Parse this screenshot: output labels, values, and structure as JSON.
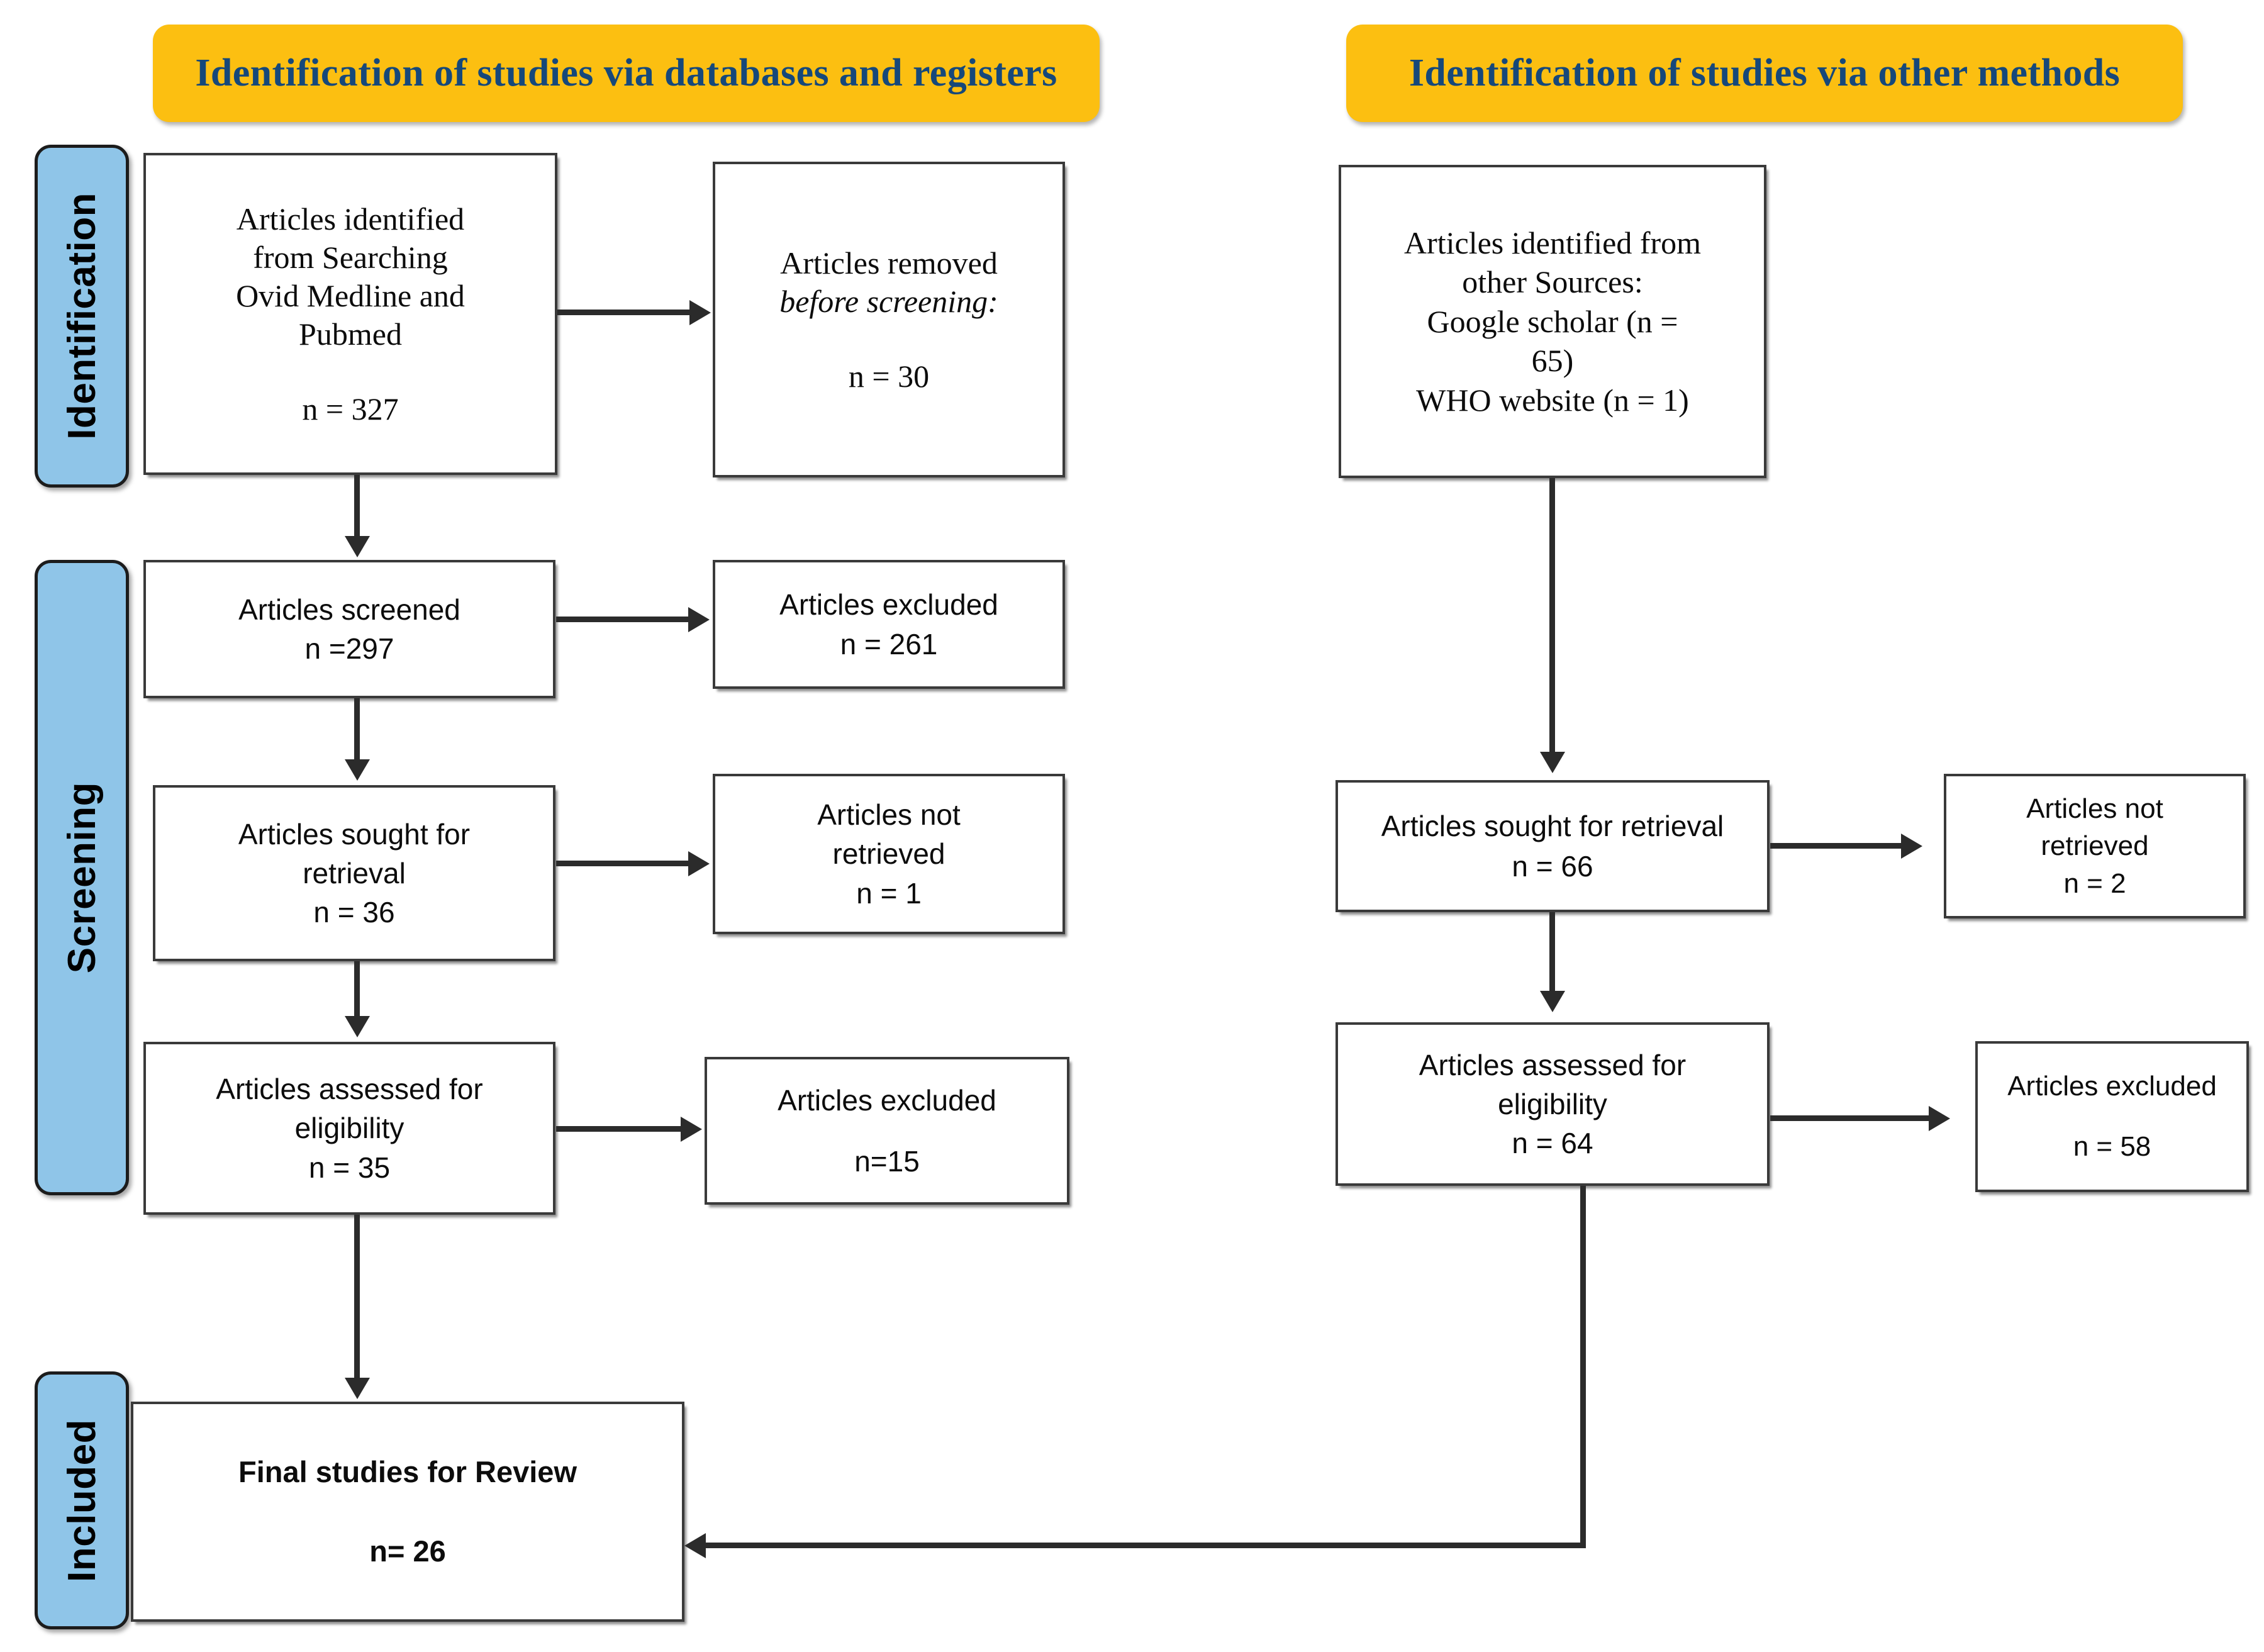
{
  "colors": {
    "banner_fill": "#FCBF11",
    "banner_text": "#16487A",
    "pill_fill": "#8FC5E8",
    "pill_border": "#1C1C1C",
    "box_border": "#3A3A3A",
    "connector": "#2B2B2B",
    "background": "#FFFFFF"
  },
  "banners": {
    "databases": "Identification of studies via databases and registers",
    "other_methods": "Identification of studies via other methods"
  },
  "stages": [
    {
      "label": "Identification"
    },
    {
      "label": "Screening"
    },
    {
      "label": "Included"
    }
  ],
  "left_column": {
    "identified": {
      "line1": "Articles identified",
      "line2": "from Searching",
      "line3": "Ovid Medline and",
      "line4": "Pubmed",
      "count": "n = 327"
    },
    "removed": {
      "line1": "Articles removed",
      "line2": "before screening:",
      "count": "n = 30"
    },
    "screened": {
      "line1": "Articles screened",
      "count": "n =297"
    },
    "excluded_screened": {
      "line1": "Articles excluded",
      "count": "n = 261"
    },
    "sought": {
      "line1": "Articles sought for",
      "line2": "retrieval",
      "count": "n = 36"
    },
    "not_retrieved": {
      "line1": "Articles not",
      "line2": "retrieved",
      "count": "n = 1"
    },
    "assessed": {
      "line1": "Articles assessed for",
      "line2": "eligibility",
      "count": "n = 35"
    },
    "excluded_eligibility": {
      "line1": "Articles excluded",
      "count": "n=15"
    },
    "final": {
      "line1": "Final studies for Review",
      "count": "n= 26"
    }
  },
  "right_column": {
    "other_sources": {
      "line1": "Articles identified from",
      "line2": "other Sources:",
      "line3": "Google scholar (n =",
      "line4": "65)",
      "line5": "WHO website (n = 1)"
    },
    "sought": {
      "line1": "Articles sought for retrieval",
      "count": "n = 66"
    },
    "not_retrieved": {
      "line1": "Articles not",
      "line2": "retrieved",
      "count": "n = 2"
    },
    "assessed": {
      "line1": "Articles assessed for",
      "line2": "eligibility",
      "count": "n = 64"
    },
    "excluded": {
      "line1": "Articles excluded",
      "count": "n = 58"
    }
  }
}
